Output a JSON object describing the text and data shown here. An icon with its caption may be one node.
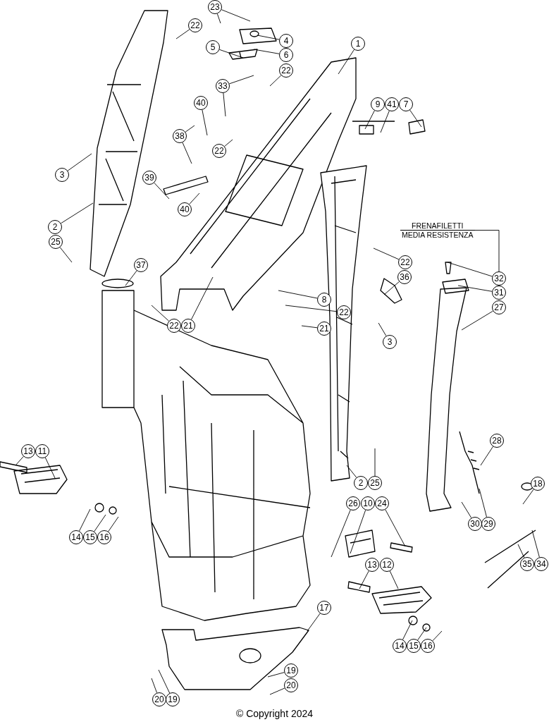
{
  "diagram": {
    "caption": "© Copyright 2024",
    "nodes": [
      {
        "text": [
          "23"
        ]
      },
      {
        "text": [
          "22"
        ]
      },
      {
        "text": [
          "4"
        ]
      },
      {
        "text": [
          "1"
        ]
      },
      {
        "text": [
          "5"
        ]
      },
      {
        "text": [
          "6"
        ]
      },
      {
        "text": [
          "22"
        ]
      },
      {
        "text": [
          "33"
        ]
      },
      {
        "text": [
          "40"
        ]
      },
      {
        "text": [
          "9"
        ]
      },
      {
        "text": [
          "41"
        ]
      },
      {
        "text": [
          "7"
        ]
      },
      {
        "text": [
          "38"
        ]
      },
      {
        "text": [
          "22"
        ]
      },
      {
        "text": [
          "3"
        ]
      },
      {
        "text": [
          "39"
        ]
      },
      {
        "text": [
          "40"
        ]
      },
      {
        "text": [
          "2"
        ]
      },
      {
        "text": [
          "25"
        ]
      },
      {
        "text": [
          "FRENAFILETTI",
          "MEDIA RESISTENZA"
        ]
      },
      {
        "text": [
          "22"
        ]
      },
      {
        "text": [
          "37"
        ]
      },
      {
        "text": [
          "32"
        ]
      },
      {
        "text": [
          "36"
        ]
      },
      {
        "text": [
          "31"
        ]
      },
      {
        "text": [
          "8"
        ]
      },
      {
        "text": [
          "27"
        ]
      },
      {
        "text": [
          "22"
        ]
      },
      {
        "text": [
          "22"
        ]
      },
      {
        "text": [
          "21"
        ]
      },
      {
        "text": [
          "21"
        ]
      },
      {
        "text": [
          "3"
        ]
      },
      {
        "text": [
          "28"
        ]
      },
      {
        "text": [
          "13"
        ]
      },
      {
        "text": [
          "11"
        ]
      },
      {
        "text": [
          "2"
        ]
      },
      {
        "text": [
          "25"
        ]
      },
      {
        "text": [
          "18"
        ]
      },
      {
        "text": [
          "26"
        ]
      },
      {
        "text": [
          "10"
        ]
      },
      {
        "text": [
          "24"
        ]
      },
      {
        "text": [
          "30"
        ]
      },
      {
        "text": [
          "29"
        ]
      },
      {
        "text": [
          "14"
        ]
      },
      {
        "text": [
          "15"
        ]
      },
      {
        "text": [
          "16"
        ]
      },
      {
        "text": [
          "35"
        ]
      },
      {
        "text": [
          "34"
        ]
      },
      {
        "text": [
          "13"
        ]
      },
      {
        "text": [
          "12"
        ]
      },
      {
        "text": [
          "17"
        ]
      },
      {
        "text": [
          "14"
        ]
      },
      {
        "text": [
          "15"
        ]
      },
      {
        "text": [
          "16"
        ]
      },
      {
        "text": [
          "19"
        ]
      },
      {
        "text": [
          "20"
        ]
      },
      {
        "text": [
          "20"
        ]
      },
      {
        "text": [
          "19"
        ]
      }
    ],
    "edges": [
      {
        "from": 0,
        "to": null,
        "arrow": "none"
      },
      {
        "from": 0,
        "to": null,
        "arrow": "none"
      },
      {
        "from": 1,
        "to": null,
        "arrow": "none"
      },
      {
        "from": 2,
        "to": null,
        "arrow": "none"
      },
      {
        "from": 3,
        "to": null,
        "arrow": "none"
      },
      {
        "from": 4,
        "to": null,
        "arrow": "none"
      },
      {
        "from": 5,
        "to": null,
        "arrow": "none"
      },
      {
        "from": 6,
        "to": null,
        "arrow": "none"
      },
      {
        "from": 7,
        "to": null,
        "arrow": "none"
      },
      {
        "from": 7,
        "to": null,
        "arrow": "none"
      },
      {
        "from": 8,
        "to": null,
        "arrow": "none"
      },
      {
        "from": 9,
        "to": null,
        "arrow": "none"
      },
      {
        "from": 10,
        "to": null,
        "arrow": "none"
      },
      {
        "from": 11,
        "to": null,
        "arrow": "none"
      },
      {
        "from": 12,
        "to": null,
        "arrow": "none"
      },
      {
        "from": 12,
        "to": null,
        "arrow": "none"
      },
      {
        "from": 13,
        "to": null,
        "arrow": "none"
      },
      {
        "from": 14,
        "to": null,
        "arrow": "none"
      },
      {
        "from": 15,
        "to": null,
        "arrow": "none"
      },
      {
        "from": 16,
        "to": null,
        "arrow": "none"
      },
      {
        "from": 17,
        "to": null,
        "arrow": "none"
      },
      {
        "from": 18,
        "to": null,
        "arrow": "none"
      },
      {
        "from": 19,
        "to": 22,
        "arrow": "none"
      },
      {
        "from": 20,
        "to": null,
        "arrow": "none"
      },
      {
        "from": 21,
        "to": null,
        "arrow": "none"
      },
      {
        "from": 22,
        "to": null,
        "arrow": "none"
      },
      {
        "from": 23,
        "to": null,
        "arrow": "none"
      },
      {
        "from": 24,
        "to": null,
        "arrow": "none"
      },
      {
        "from": 25,
        "to": null,
        "arrow": "none"
      },
      {
        "from": 26,
        "to": null,
        "arrow": "none"
      },
      {
        "from": 27,
        "to": null,
        "arrow": "none"
      },
      {
        "from": 28,
        "to": null,
        "arrow": "none"
      },
      {
        "from": 29,
        "to": null,
        "arrow": "none"
      },
      {
        "from": 30,
        "to": null,
        "arrow": "none"
      },
      {
        "from": 31,
        "to": null,
        "arrow": "none"
      },
      {
        "from": 32,
        "to": null,
        "arrow": "none"
      },
      {
        "from": 33,
        "to": null,
        "arrow": "none"
      },
      {
        "from": 34,
        "to": null,
        "arrow": "none"
      },
      {
        "from": 35,
        "to": null,
        "arrow": "none"
      },
      {
        "from": 36,
        "to": null,
        "arrow": "none"
      },
      {
        "from": 37,
        "to": null,
        "arrow": "none"
      },
      {
        "from": 38,
        "to": null,
        "arrow": "none"
      },
      {
        "from": 39,
        "to": null,
        "arrow": "none"
      },
      {
        "from": 40,
        "to": null,
        "arrow": "none"
      },
      {
        "from": 41,
        "to": null,
        "arrow": "none"
      },
      {
        "from": 42,
        "to": null,
        "arrow": "none"
      },
      {
        "from": 43,
        "to": null,
        "arrow": "none"
      },
      {
        "from": 44,
        "to": null,
        "arrow": "none"
      },
      {
        "from": 45,
        "to": null,
        "arrow": "none"
      },
      {
        "from": 46,
        "to": null,
        "arrow": "none"
      },
      {
        "from": 47,
        "to": null,
        "arrow": "none"
      },
      {
        "from": 48,
        "to": null,
        "arrow": "none"
      },
      {
        "from": 49,
        "to": null,
        "arrow": "none"
      },
      {
        "from": 50,
        "to": null,
        "arrow": "none"
      },
      {
        "from": 51,
        "to": null,
        "arrow": "none"
      },
      {
        "from": 52,
        "to": null,
        "arrow": "none"
      },
      {
        "from": 53,
        "to": null,
        "arrow": "none"
      },
      {
        "from": 54,
        "to": null,
        "arrow": "none"
      },
      {
        "from": 55,
        "to": null,
        "arrow": "none"
      },
      {
        "from": 56,
        "to": null,
        "arrow": "none"
      },
      {
        "from": 57,
        "to": null,
        "arrow": "none"
      }
    ]
  }
}
